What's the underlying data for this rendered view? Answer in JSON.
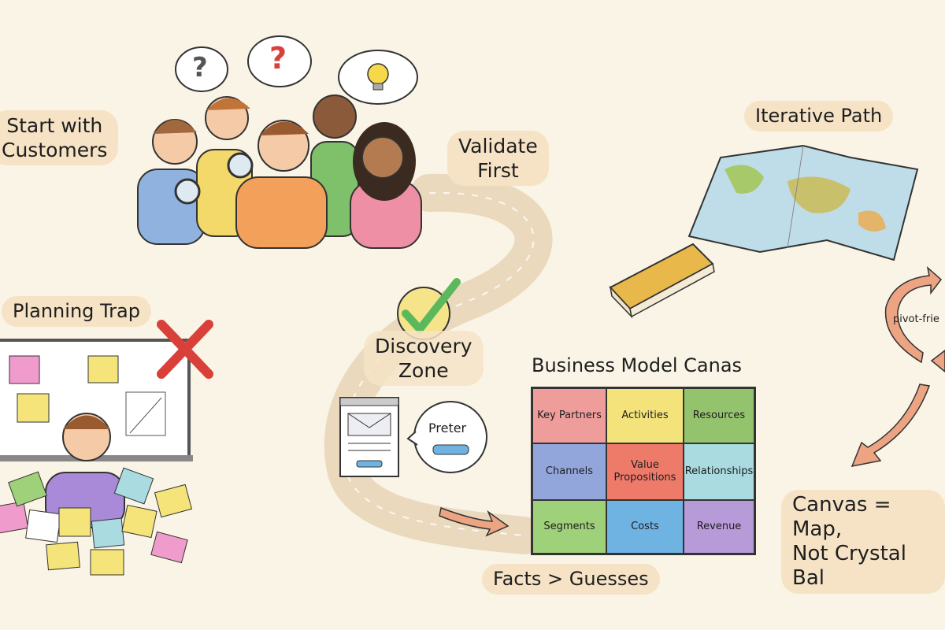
{
  "labels": {
    "start_with_customers": [
      "Start with",
      "Customers"
    ],
    "validate_first": [
      "Validate",
      "First"
    ],
    "planning_trap": "Planning Trap",
    "discovery_zone": [
      "Discovery",
      "Zone"
    ],
    "facts_guesses": "Facts > Guesses",
    "iterative_path": "Iterative Path",
    "canvas_map": [
      "Canvas = Map,",
      "Not Crystal Bal"
    ],
    "pivot": "pivot-frie",
    "bubble_text": "Preter",
    "question_marks": [
      "?",
      "?"
    ]
  },
  "canvas": {
    "title": "Business Model Canas",
    "pieces": [
      {
        "label": "Key Partners",
        "color": "#ee9d9b"
      },
      {
        "label": "Activities",
        "color": "#f3e37a"
      },
      {
        "label": "Resources",
        "color": "#93c46d"
      },
      {
        "label": "Channels",
        "color": "#93a6dc"
      },
      {
        "label": "Value Propositions",
        "color": "#ee7a6a"
      },
      {
        "label": "Relationships",
        "color": "#a9dbe0"
      },
      {
        "label": "Segments",
        "color": "#9fd07a"
      },
      {
        "label": "Costs",
        "color": "#6fb3e3"
      },
      {
        "label": "Revenue",
        "color": "#b79ad8"
      }
    ]
  },
  "colors": {
    "background": "#f9f4e6",
    "label_bg": "#f6e3c6",
    "arrow": "#eca483",
    "road": "#ead9bd",
    "check": "#5cb85c",
    "cross": "#d9403a"
  }
}
